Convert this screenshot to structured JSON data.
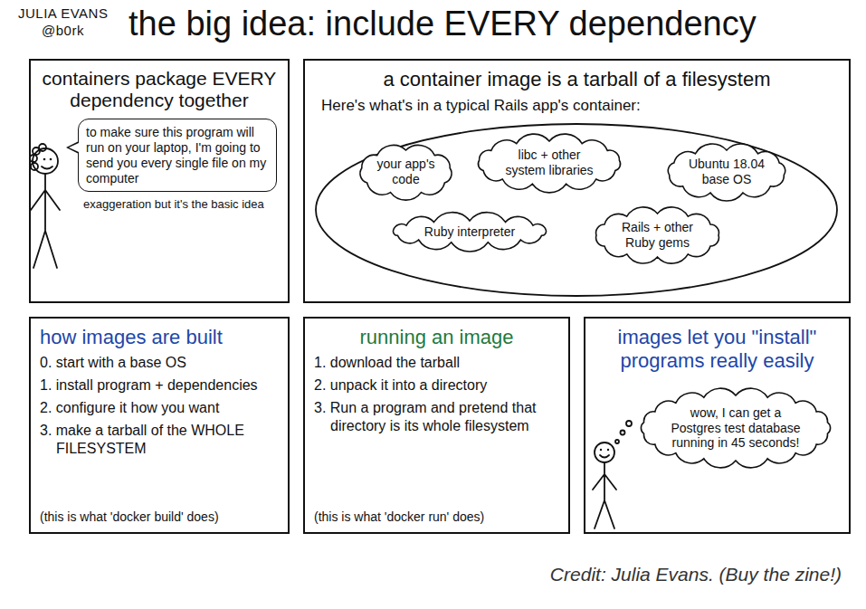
{
  "diagram": {
    "title": "the big idea: include EVERY dependency",
    "caption": "Credit: Julia Evans. (Buy the zine!)",
    "nodes": [
      {
        "text": [
          "containers package EVERY dependency together",
          "exaggeration but it's the basic idea"
        ]
      },
      {
        "text": [
          "to make sure this program will run on your laptop, I'm going to send you every single file on my computer"
        ],
        "in": 0
      },
      {
        "text": [
          "a container image is a tarball of a filesystem",
          "Here's what's in a typical Rails app's container:"
        ]
      },
      {
        "text": [
          "your app's code"
        ],
        "in": 2
      },
      {
        "text": [
          "libc + other system libraries"
        ],
        "in": 2
      },
      {
        "text": [
          "Ubuntu 18.04 base OS"
        ],
        "in": 2
      },
      {
        "text": [
          "Ruby interpreter"
        ],
        "in": 2
      },
      {
        "text": [
          "Rails + other Ruby gems"
        ],
        "in": 2
      },
      {
        "text": [
          "how images are built",
          "0. start with a base OS",
          "1. install program + dependencies",
          "2. configure it how you want",
          "3. make a tarball of the WHOLE FILESYSTEM",
          "(this is what 'docker build' does)"
        ]
      },
      {
        "text": [
          "running an image",
          "1. download the tarball",
          "2. unpack it into a directory",
          "3. Run a program and pretend that directory is its whole filesystem",
          "(this is what 'docker run' does)"
        ]
      },
      {
        "text": [
          "images let you \"install\" programs really easily"
        ]
      },
      {
        "text": [
          "wow, I can get a Postgres test database running in 45 seconds!"
        ],
        "in": 10
      }
    ],
    "labels": [
      "JULIA EVANS",
      "@b0rk"
    ]
  }
}
